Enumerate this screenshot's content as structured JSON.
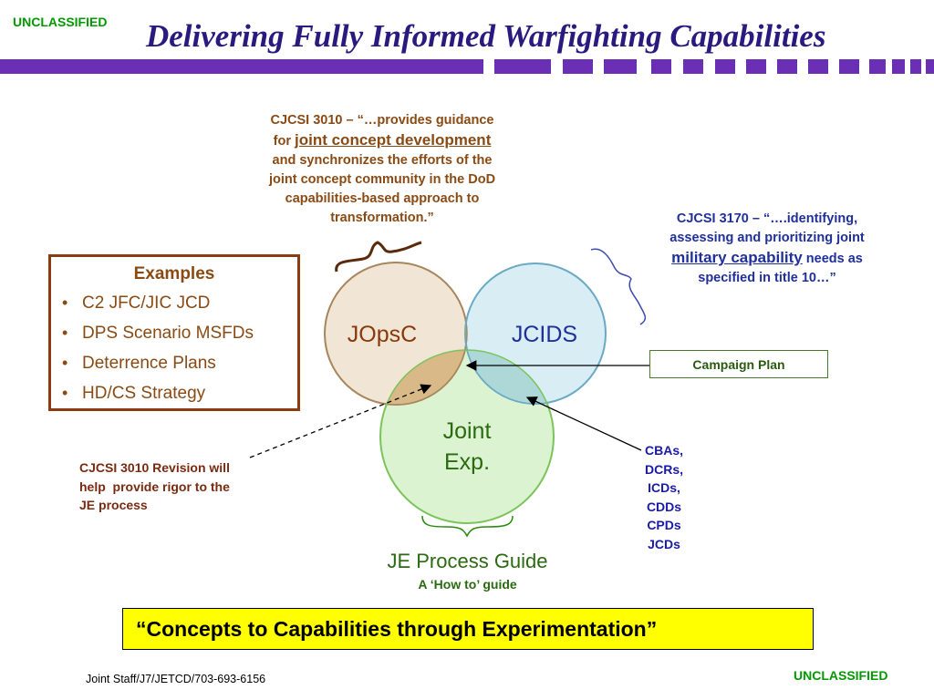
{
  "header": {
    "classification_top": "UNCLASSIFIED",
    "title": "Delivering Fully Informed Warfighting Capabilities"
  },
  "quote_3010": {
    "line1": "CJCSI 3010 – “…provides guidance",
    "line2_prefix": "for ",
    "line2_underlined": "joint concept development",
    "line3": "and synchronizes the efforts of the",
    "line4": "joint concept community in the DoD",
    "line5": "capabilities-based approach to",
    "line6": "transformation.”"
  },
  "quote_3170": {
    "line1": "CJCSI 3170 – “….identifying,",
    "line2": "assessing and prioritizing joint",
    "line3_underlined": "military capability",
    "line3_suffix": " needs as",
    "line4": "specified in title 10…”"
  },
  "examples": {
    "heading": "Examples",
    "bullet": "•",
    "items": [
      "C2 JFC/JIC JCD",
      "DPS Scenario MSFDs",
      "Deterrence Plans",
      "HD/CS Strategy"
    ]
  },
  "venn": {
    "left_label": "JOpsC",
    "right_label": "JCIDS",
    "bottom_label_line1": "Joint",
    "bottom_label_line2": "Exp."
  },
  "campaign_plan": "Campaign Plan",
  "cbas_list": [
    "CBAs,",
    "DCRs,",
    "ICDs,",
    "CDDs",
    "CPDs",
    "JCDs"
  ],
  "revision_note": {
    "line1": "CJCSI 3010 Revision will",
    "line2": "help  provide rigor to the",
    "line3": "JE process"
  },
  "je_guide": {
    "title": "JE Process Guide",
    "subtitle": "A ‘How to’ guide"
  },
  "banner": "“Concepts to Capabilities through Experimentation”",
  "footer": {
    "source": "Joint Staff/J7/JETCD/703-693-6156",
    "classification_bottom": "UNCLASSIFIED"
  },
  "colors": {
    "title": "#2a1a80",
    "title_bar": "#6a2fb4",
    "classification": "#009900",
    "brown_text": "#8a4a14",
    "navy_text": "#20309a",
    "banner_fill": "#ffff00"
  }
}
